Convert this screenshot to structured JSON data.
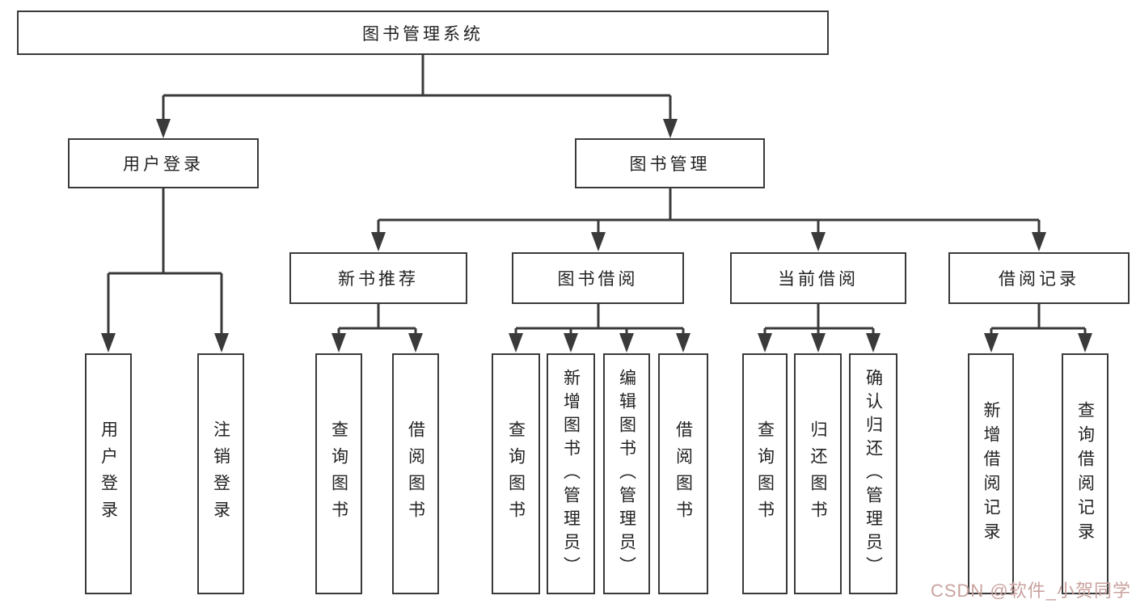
{
  "tree": {
    "root": {
      "label": "图书管理系统"
    },
    "branches": [
      {
        "id": "user-login",
        "label": "用户登录",
        "children": [
          "用户登录",
          "注销登录"
        ]
      },
      {
        "id": "book-mgmt",
        "label": "图书管理",
        "groups": [
          {
            "id": "new-book-recommend",
            "label": "新书推荐",
            "children": [
              "查询图书",
              "借阅图书"
            ]
          },
          {
            "id": "book-borrow",
            "label": "图书借阅",
            "children": [
              "查询图书",
              "新增图书（管理员）",
              "编辑图书（管理员）",
              "借阅图书"
            ]
          },
          {
            "id": "current-borrow",
            "label": "当前借阅",
            "children": [
              "查询图书",
              "归还图书",
              "确认归还（管理员）"
            ]
          },
          {
            "id": "borrow-records",
            "label": "借阅记录",
            "children": [
              "新增借阅记录",
              "查询借阅记录"
            ]
          }
        ]
      }
    ]
  },
  "watermark": {
    "text": "CSDN @软件_小贺同学"
  },
  "colors": {
    "line": "#3a3a3a",
    "text": "#222222",
    "background": "#ffffff",
    "watermark": "#c9a29e"
  }
}
